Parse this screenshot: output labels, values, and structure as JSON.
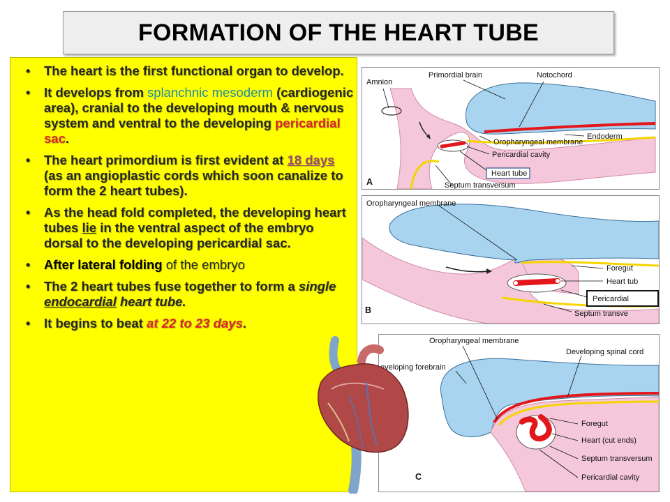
{
  "title": "FORMATION OF THE HEART TUBE",
  "bullets": [
    {
      "t1": "The heart is the first functional organ to develop."
    },
    {
      "t1": "It develops from ",
      "t2": "splanchnic mesoderm",
      "t3": " (cardiogenic area), cranial to the developing mouth & nervous system and ventral to the developing ",
      "t4": "pericardial sac",
      "t5": "."
    },
    {
      "t1": "The heart primordium is first evident at ",
      "t2": "18 days",
      "t3": " (as an angioplastic cords which soon canalize to form the 2 heart tubes)."
    },
    {
      "t1": "As the head fold completed, the developing heart tubes ",
      "t2": "lie",
      "t3": " in the ventral aspect of the embryo dorsal to the developing pericardial sac."
    },
    {
      "t1": "After lateral folding",
      "t2": " of the embryo"
    },
    {
      "t1": " The 2 heart  tubes fuse together to form a ",
      "t2": "single",
      "t3": " ",
      "t4": "endocardial",
      "t5": " heart tube."
    },
    {
      "t1": "It begins to beat ",
      "t2": "at  22  to 23 days",
      "t3": "."
    }
  ],
  "figA": {
    "letter": "A",
    "labels": {
      "amnion": "Amnion",
      "primordial_brain": "Primordial brain",
      "notochord": "Notochord",
      "endoderm": "Endoderm",
      "oropharyngeal": "Oropharyngeal membrane",
      "pericardial_cavity": "Pericardial cavity",
      "heart_tube": "Heart tube",
      "septum": "Septum transversum"
    }
  },
  "figB": {
    "letter": "B",
    "labels": {
      "oropharyngeal": "Oropharyngeal membrane",
      "foregut": "Foregut",
      "heart_tube": "Heart tub",
      "pericardial": "Pericardial",
      "septum": "Septum transve"
    }
  },
  "figC": {
    "letter": "C",
    "labels": {
      "oropharyngeal": "Oropharyngeal membrane",
      "spinal_cord": "Developing spinal cord",
      "forebrain": "eveloping forebrain",
      "foregut": "Foregut",
      "heart": "Heart (cut ends)",
      "septum": "Septum transversum",
      "pericardial_cavity": "Pericardial cavity"
    }
  },
  "colors": {
    "panel_yellow": "#ffff00",
    "neural_blue": "#a9d4ef",
    "tissue_pink": "#f4c8da",
    "heart_red": "#e3161b",
    "endoderm_yellow": "#f5d400"
  }
}
